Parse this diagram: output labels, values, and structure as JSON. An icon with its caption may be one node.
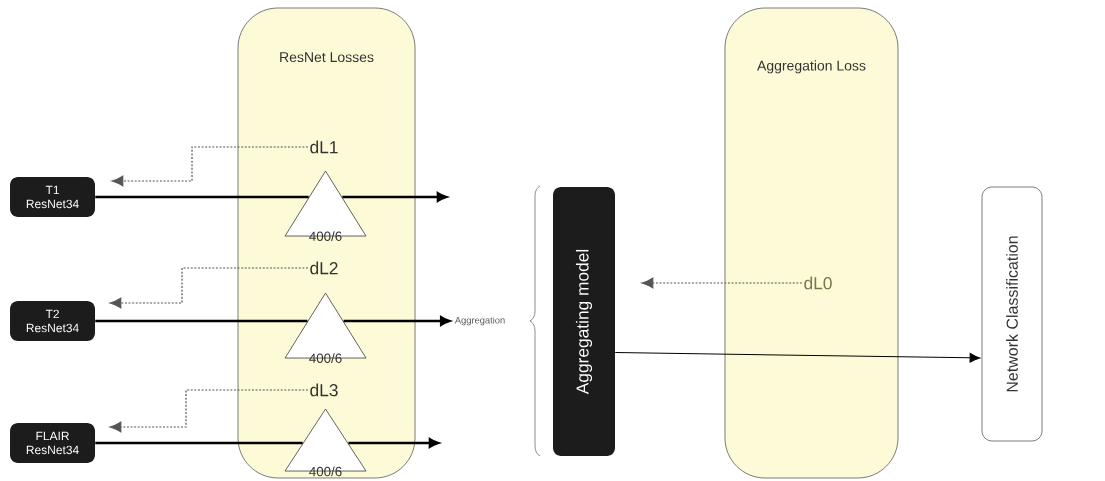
{
  "diagram": {
    "nodes": [
      {
        "text": [
          "ResNet Losses"
        ]
      },
      {
        "text": [
          "Aggregation Loss"
        ]
      },
      {
        "text": [
          "T1 ResNet34"
        ]
      },
      {
        "text": [
          "T2 ResNet34"
        ]
      },
      {
        "text": [
          "FLAIR ResNet34"
        ]
      },
      {
        "text": [
          "400/6"
        ],
        "in": 0
      },
      {
        "text": [
          "400/6"
        ],
        "in": 0
      },
      {
        "text": [
          "400/6"
        ],
        "in": 0
      },
      {
        "text": [
          "dL1"
        ],
        "in": 0
      },
      {
        "text": [
          "dL2"
        ],
        "in": 0
      },
      {
        "text": [
          "dL3"
        ],
        "in": 0
      },
      {
        "text": [
          "Aggregation"
        ]
      },
      {
        "text": [
          "Aggregating model"
        ]
      },
      {
        "text": [
          "dL0"
        ],
        "in": 1
      },
      {
        "text": [
          "Network Classification"
        ]
      }
    ],
    "edges": [
      {
        "from": 2,
        "to": 5,
        "arrow": "none"
      },
      {
        "from": 5,
        "to": null,
        "arrow": "to"
      },
      {
        "from": 3,
        "to": 6,
        "arrow": "none"
      },
      {
        "from": 6,
        "to": 11,
        "arrow": "to"
      },
      {
        "from": 4,
        "to": 7,
        "arrow": "none"
      },
      {
        "from": 7,
        "to": null,
        "arrow": "to"
      },
      {
        "from": 8,
        "to": null,
        "arrow": "to",
        "style": "dashed",
        "color": "#555555"
      },
      {
        "from": 9,
        "to": null,
        "arrow": "to",
        "style": "dashed",
        "color": "#555555"
      },
      {
        "from": 10,
        "to": null,
        "arrow": "to",
        "style": "dashed",
        "color": "#555555"
      },
      {
        "from": 13,
        "to": null,
        "arrow": "to",
        "style": "dashed",
        "color": "#555555"
      },
      {
        "from": 12,
        "to": 14,
        "arrow": "to"
      }
    ]
  }
}
